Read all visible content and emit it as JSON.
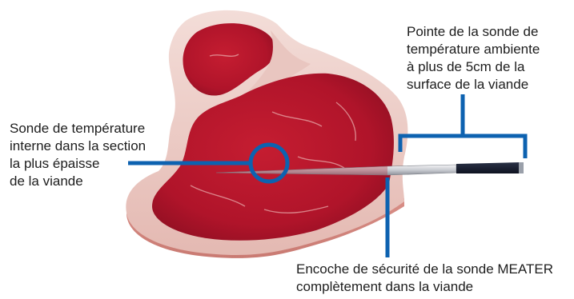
{
  "colors": {
    "callout_blue": "#0d62b0",
    "meat_red": "#b8162a",
    "fat": "#f0d6d0",
    "bone": "#e7c2bc",
    "probe_handle": "#1a1f2e"
  },
  "labels": {
    "ambient_tip": {
      "lines": [
        "Pointe de la sonde de",
        "température ambiente",
        "à plus de 5cm de la",
        "surface de la viande"
      ]
    },
    "internal_sensor": {
      "lines": [
        "Sonde de température",
        "interne dans la section",
        "la plus épaisse",
        "de la viande"
      ]
    },
    "safety_notch": {
      "lines": [
        "Encoche de sécurité de la sonde MEATER",
        "complètement dans la viande"
      ]
    }
  }
}
